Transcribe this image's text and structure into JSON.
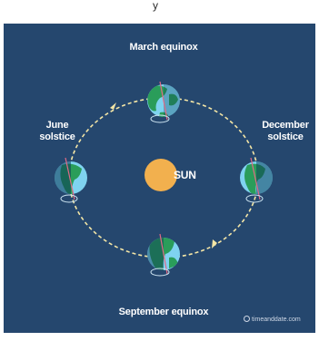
{
  "header": {
    "partial_title": "y"
  },
  "diagram": {
    "labels": {
      "march": "March equinox",
      "june_line1": "June",
      "june_line2": "solstice",
      "december_line1": "December",
      "december_line2": "solstice",
      "september": "September equinox",
      "sun": "SUN"
    },
    "credit": "timeanddate.com"
  },
  "colors": {
    "background": "#25476e",
    "sun": "#f2b04e",
    "orbit": "#f4e6a6",
    "ocean": "#7fd3f0",
    "land": "#2a9d5a",
    "night": "rgba(10,55,85,0.55)"
  }
}
